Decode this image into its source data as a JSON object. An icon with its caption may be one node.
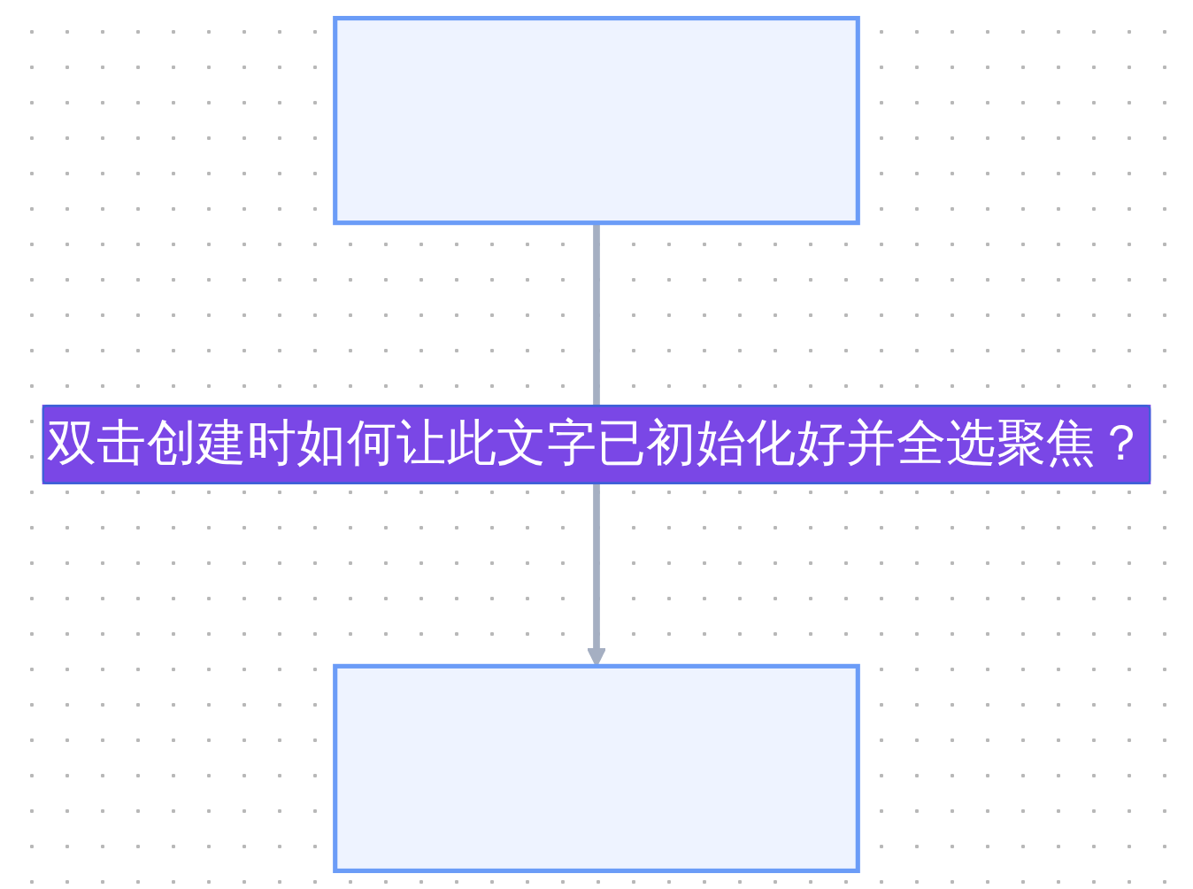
{
  "diagram": {
    "nodes": [
      {
        "text": [],
        "shape": "box"
      },
      {
        "text": [],
        "shape": "box"
      }
    ],
    "edges": [
      {
        "from": 0,
        "to": 1,
        "arrow": "to",
        "label": "双击创建时如何让此文字已初始化好并全选聚焦？"
      }
    ]
  }
}
